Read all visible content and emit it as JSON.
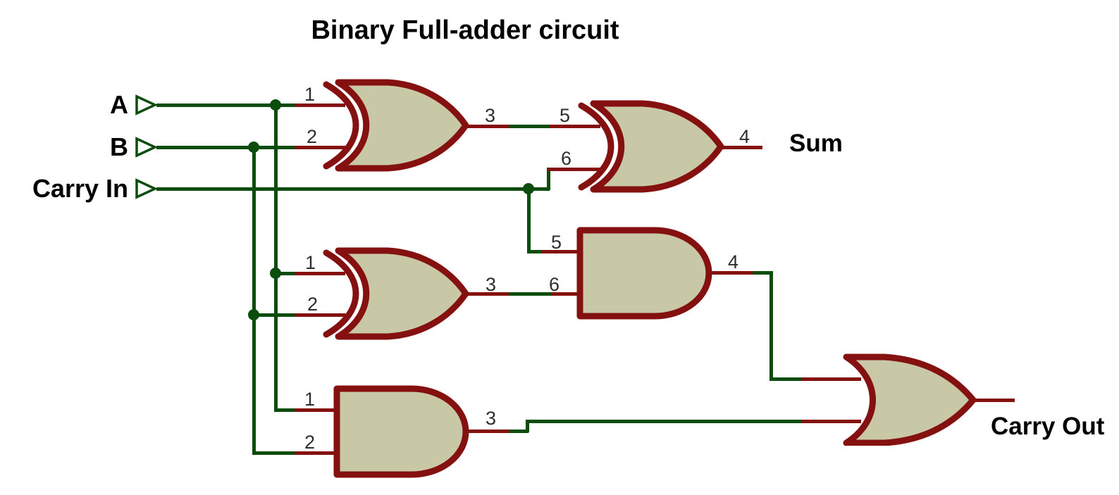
{
  "title": "Binary Full-adder circuit",
  "colors": {
    "wire_green": "#0c4c0c",
    "pin_red": "#841010",
    "gate_outline": "#841010",
    "gate_fill": "#c8c8a6",
    "label_text": "#000000",
    "pin_number_text": "#2e2e2e",
    "background": "#ffffff"
  },
  "inputs": [
    {
      "id": "a",
      "label": "A"
    },
    {
      "id": "b",
      "label": "B"
    },
    {
      "id": "carry_in",
      "label": "Carry In"
    }
  ],
  "outputs": [
    {
      "id": "sum",
      "label": "Sum"
    },
    {
      "id": "carry_out",
      "label": "Carry Out"
    }
  ],
  "gates": {
    "xor_top": {
      "type": "XOR",
      "pins": {
        "in1": "1",
        "in2": "2",
        "out": "3"
      }
    },
    "xor_mid": {
      "type": "XOR",
      "pins": {
        "in1": "1",
        "in2": "2",
        "out": "3"
      }
    },
    "xor_sum": {
      "type": "XOR",
      "pins": {
        "in1": "5",
        "in2": "6",
        "out": "4"
      }
    },
    "and_mid": {
      "type": "AND",
      "pins": {
        "in1": "5",
        "in2": "6",
        "out": "4"
      }
    },
    "and_bottom": {
      "type": "AND",
      "pins": {
        "in1": "1",
        "in2": "2",
        "out": "3"
      }
    },
    "or_carry": {
      "type": "OR",
      "pins": {}
    }
  }
}
